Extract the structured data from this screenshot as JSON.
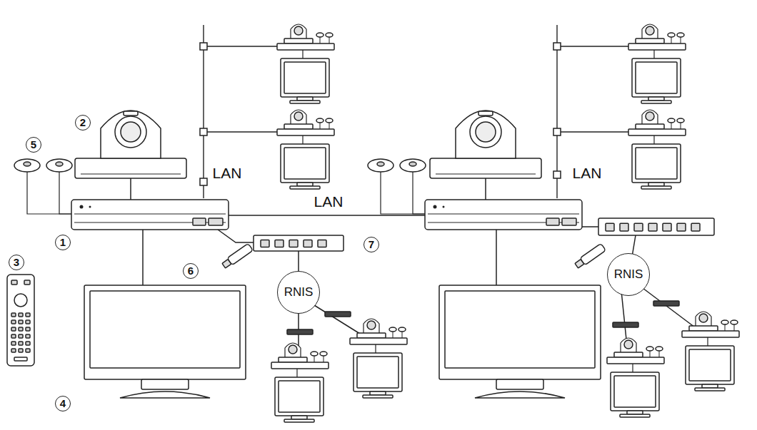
{
  "diagram": {
    "nodes": [
      {
        "text": [
          "RNIS"
        ]
      },
      {
        "text": [
          "RNIS"
        ]
      }
    ],
    "labels": [
      "2",
      "5",
      "LAN",
      "LAN",
      "LAN",
      "1",
      "6",
      "7",
      "3",
      "4"
    ]
  }
}
